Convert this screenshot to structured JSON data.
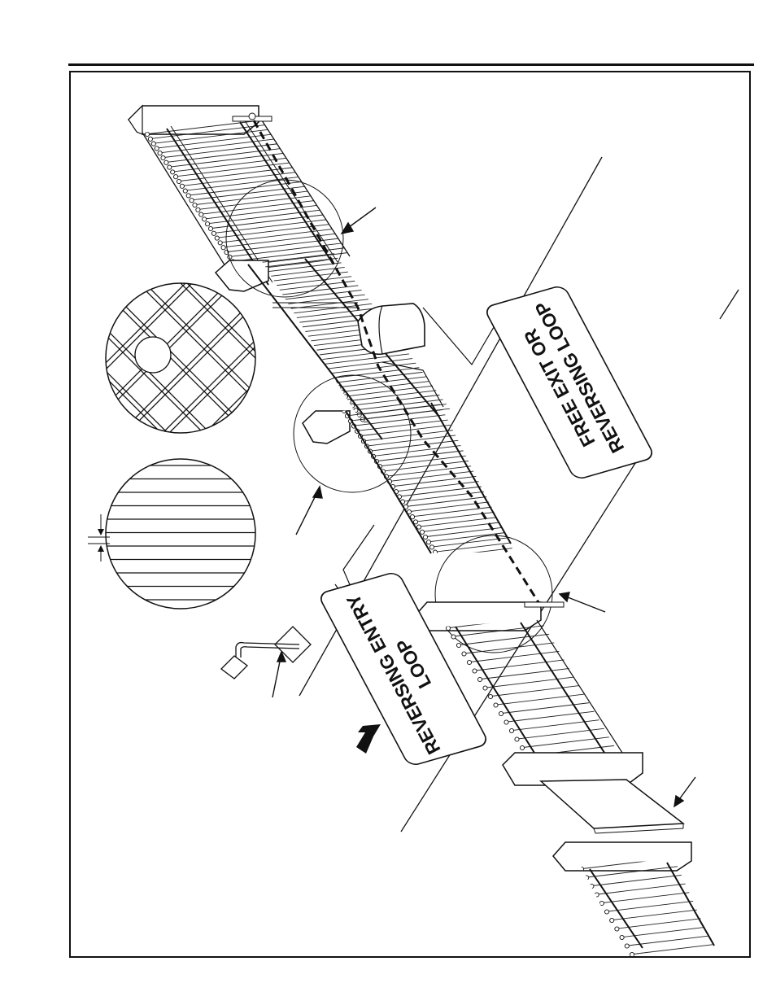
{
  "diagram": {
    "signs": {
      "exit": {
        "line1": "FREE EXIT OR",
        "line2": "REVERSING LOOP"
      },
      "entry": {
        "line1": "REVERSING ENTRY",
        "line2": "LOOP"
      }
    }
  }
}
